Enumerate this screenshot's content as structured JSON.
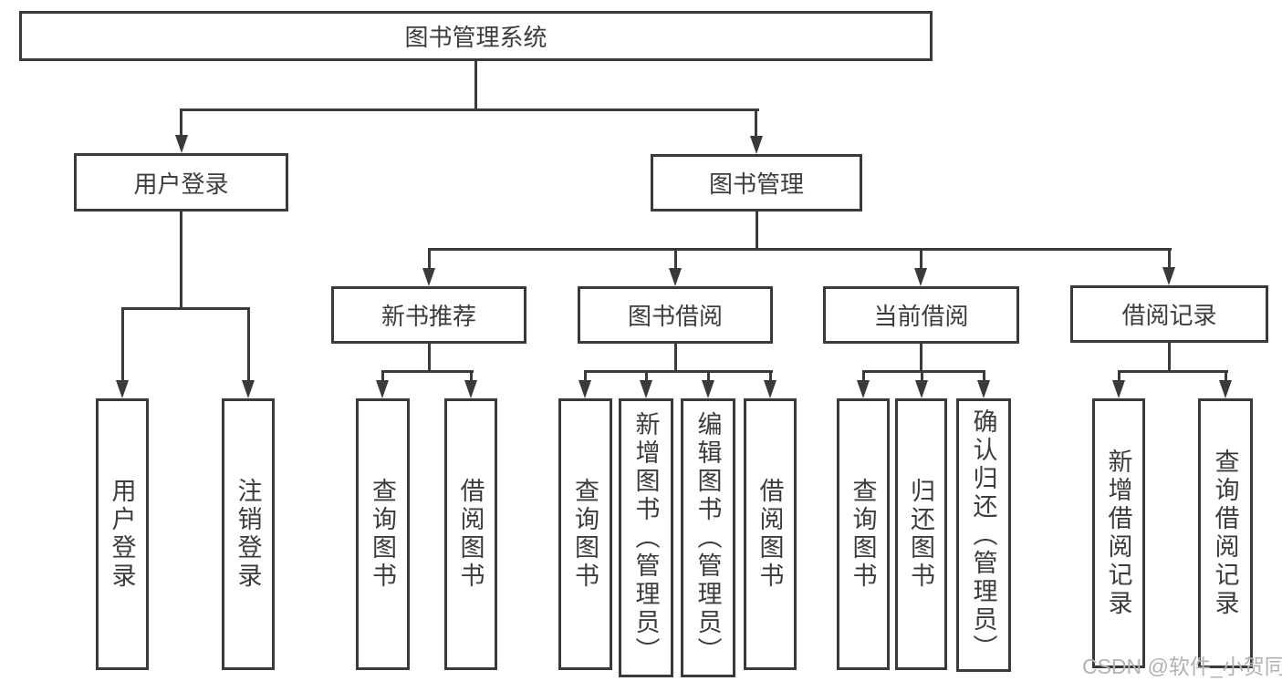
{
  "diagram_title": "图书管理系统",
  "tree": {
    "root": {
      "label": "图书管理系统",
      "children": [
        {
          "label": "用户登录",
          "children": [
            {
              "label": "用户登录"
            },
            {
              "label": "注销登录"
            }
          ]
        },
        {
          "label": "图书管理",
          "children": [
            {
              "label": "新书推荐",
              "children": [
                {
                  "label": "查询图书"
                },
                {
                  "label": "借阅图书"
                }
              ]
            },
            {
              "label": "图书借阅",
              "children": [
                {
                  "label": "查询图书"
                },
                {
                  "label": "新增图书（管理员）"
                },
                {
                  "label": "编辑图书（管理员）"
                },
                {
                  "label": "借阅图书"
                }
              ]
            },
            {
              "label": "当前借阅",
              "children": [
                {
                  "label": "查询图书"
                },
                {
                  "label": "归还图书"
                },
                {
                  "label": "确认归还（管理员）"
                }
              ]
            },
            {
              "label": "借阅记录",
              "children": [
                {
                  "label": "新增借阅记录"
                },
                {
                  "label": "查询借阅记录"
                }
              ]
            }
          ]
        }
      ]
    }
  },
  "watermark": {
    "text": "CSDN @软件_小贺同学",
    "color": "#b2b2b2"
  },
  "colors": {
    "line": "#3a3a3c",
    "text": "#3c3c3e",
    "background": "#ffffff"
  }
}
